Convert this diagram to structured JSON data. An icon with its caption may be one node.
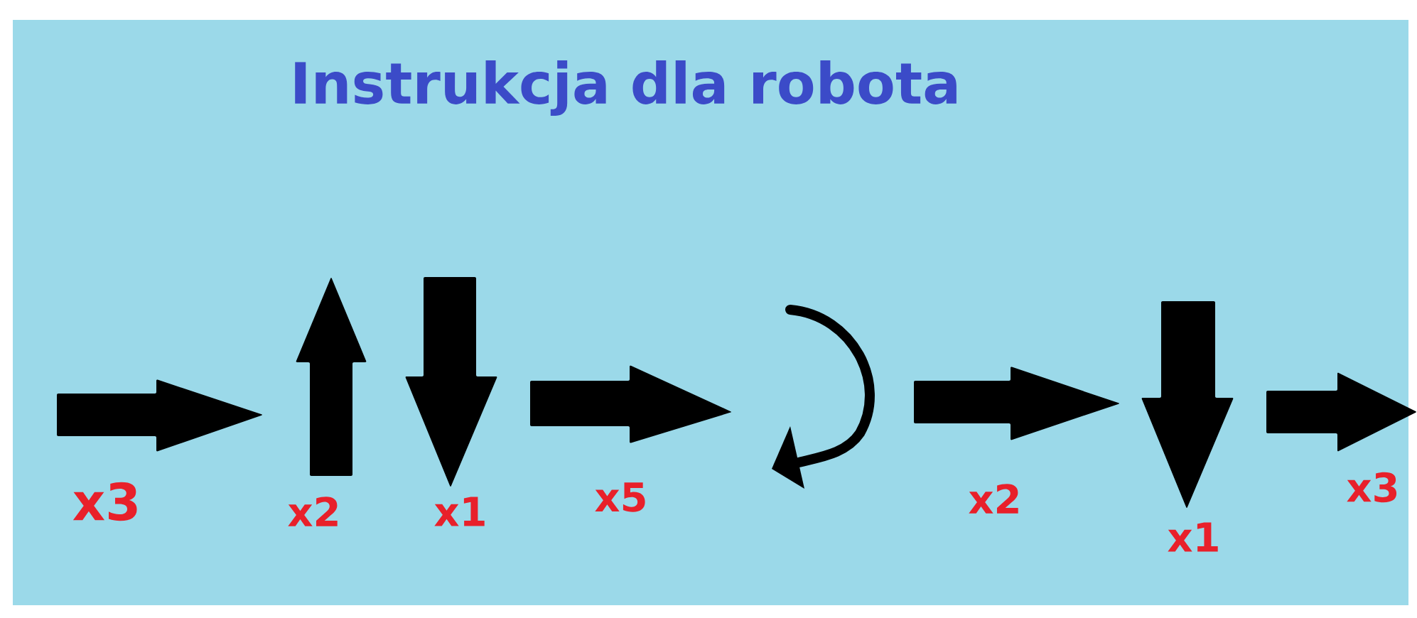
{
  "diagram": {
    "title": "Instrukcja dla robota",
    "labels": [
      "x3",
      "x2",
      "x1",
      "x5",
      "x2",
      "x1",
      "x3"
    ]
  }
}
